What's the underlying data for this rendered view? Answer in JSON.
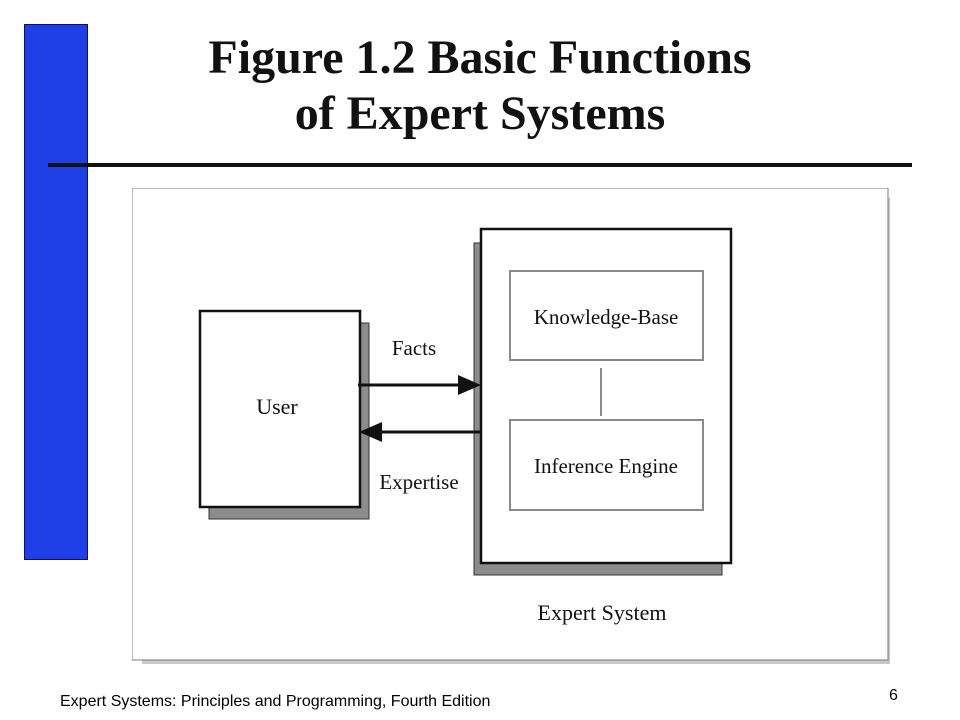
{
  "slide": {
    "title_line1": "Figure 1.2 Basic Functions",
    "title_line2": "of Expert Systems",
    "footer": "Expert Systems: Principles and Programming, Fourth Edition",
    "page_number": "6"
  },
  "diagram": {
    "user_label": "User",
    "facts_label": "Facts",
    "expertise_label": "Expertise",
    "knowledge_base_label": "Knowledge-Base",
    "inference_engine_label": "Inference Engine",
    "expert_system_label": "Expert System"
  },
  "colors": {
    "accent_bar": "#1f3fe6",
    "shadow": "#8c8c8c",
    "inner_border": "#8a8a8a"
  }
}
